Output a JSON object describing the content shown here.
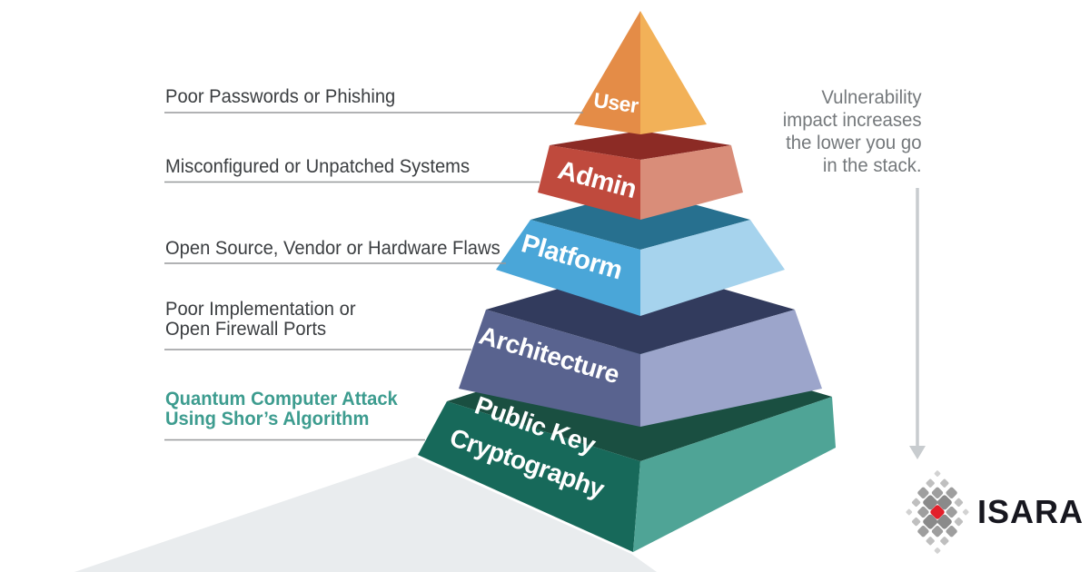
{
  "pyramid": {
    "layers": [
      {
        "name": "User",
        "label": "User",
        "face": "#E48C47",
        "side": "#F2B158"
      },
      {
        "name": "Admin",
        "label": "Admin",
        "face": "#BF4A3D",
        "side": "#D98D79",
        "top": "#8C2B25"
      },
      {
        "name": "Platform",
        "label": "Platform",
        "face": "#4AA6D8",
        "side": "#A6D3ED",
        "top": "#27708F"
      },
      {
        "name": "Architecture",
        "label": "Architecture",
        "face": "#59638F",
        "side": "#9CA5CB",
        "top": "#323B5D"
      },
      {
        "name": "Public Key Cryptography",
        "label_line1": "Public Key",
        "label_line2": "Cryptography",
        "face": "#17695A",
        "side": "#4FA496",
        "top": "#1A4F41"
      }
    ]
  },
  "callouts": [
    {
      "line1": "Poor Passwords or Phishing",
      "target": "User"
    },
    {
      "line1": "Misconfigured or Unpatched Systems",
      "target": "Admin"
    },
    {
      "line1": "Open Source, Vendor or Hardware Flaws",
      "target": "Platform"
    },
    {
      "line1": "Poor Implementation or",
      "line2": "Open Firewall Ports",
      "target": "Architecture"
    },
    {
      "line1": "Quantum Computer Attack",
      "line2": "Using Shor’s Algorithm",
      "target": "Public Key Cryptography",
      "highlighted": true
    }
  ],
  "note": {
    "line1": "Vulnerability",
    "line2": "impact increases",
    "line3": "the lower you go",
    "line4": "in the stack."
  },
  "logo": {
    "text": "ISARA",
    "accent_red": "#E3202B"
  },
  "colors": {
    "highlight_teal": "#3D9C8F",
    "label_text": "#3B3E41",
    "note_text": "#75797C",
    "callout_line": "#97999B",
    "arrow": "#C8CCCF",
    "shadow": "#E9ECEE",
    "logo_text": "#17171F"
  }
}
